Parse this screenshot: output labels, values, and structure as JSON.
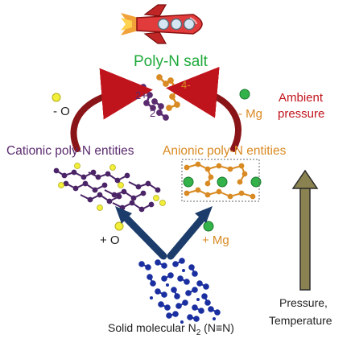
{
  "colors": {
    "green": "#1faa3c",
    "red": "#c0141c",
    "purple": "#5a2a6e",
    "orange": "#d98a22",
    "blue": "#1a2fa0",
    "navy": "#183a6e",
    "olive": "#8a8250",
    "text": "#222222"
  },
  "labels": {
    "title": "Poly-N salt",
    "cationic": "Cationic poly-N entities",
    "anionic": "Anionic poly-N entities",
    "ambient_line1": "Ambient",
    "ambient_line2": "pressure",
    "minus_o": "- O",
    "minus_mg": "- Mg",
    "plus_o": "+ O",
    "plus_mg": "+ Mg",
    "pressure_line1": "Pressure,",
    "pressure_line2": "Temperature",
    "bottom_prefix": "Solid molecular N",
    "bottom_sub": "2",
    "bottom_suffix": " (N≡N)",
    "cation_charge": "2+",
    "anion_charge": "4-"
  },
  "icons": [
    "rocket-icon"
  ]
}
